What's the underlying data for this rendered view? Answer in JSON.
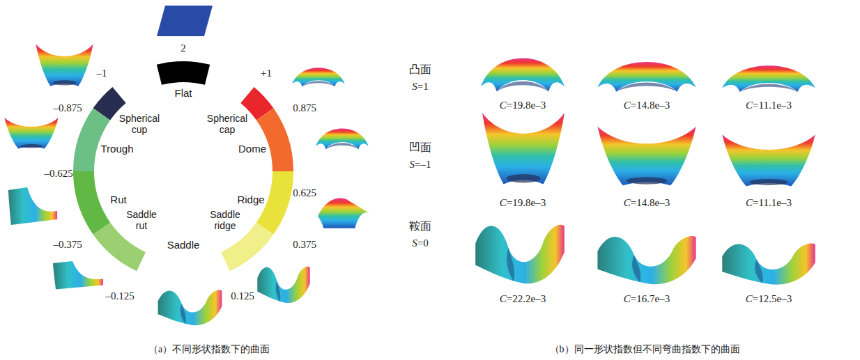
{
  "diagram": {
    "labels": [
      "2",
      "Flat",
      "+1",
      "–1",
      "Spherical cap",
      "Spherical cup",
      "0.875",
      "–0.875",
      "Dome",
      "Trough",
      "0.625",
      "–0.625",
      "Ridge",
      "Rut",
      "Saddle ridge",
      "Saddle rut",
      "Saddle",
      "0.375",
      "–0.375",
      "0.125",
      "–0.125",
      "（a）不同形状指数下的曲面",
      "凸面",
      "S=1",
      "C=19.8e–3",
      "C=14.8e–3",
      "C=11.1e–3",
      "凹面",
      "S=–1",
      "C=19.8e–3",
      "C=14.8e–3",
      "C=11.1e–3",
      "鞍面",
      "S=0",
      "C=22.2e–3",
      "C=16.7e–3",
      "C=12.5e–3",
      "（b）同一形状指数但不同弯曲指数下的曲面"
    ]
  }
}
